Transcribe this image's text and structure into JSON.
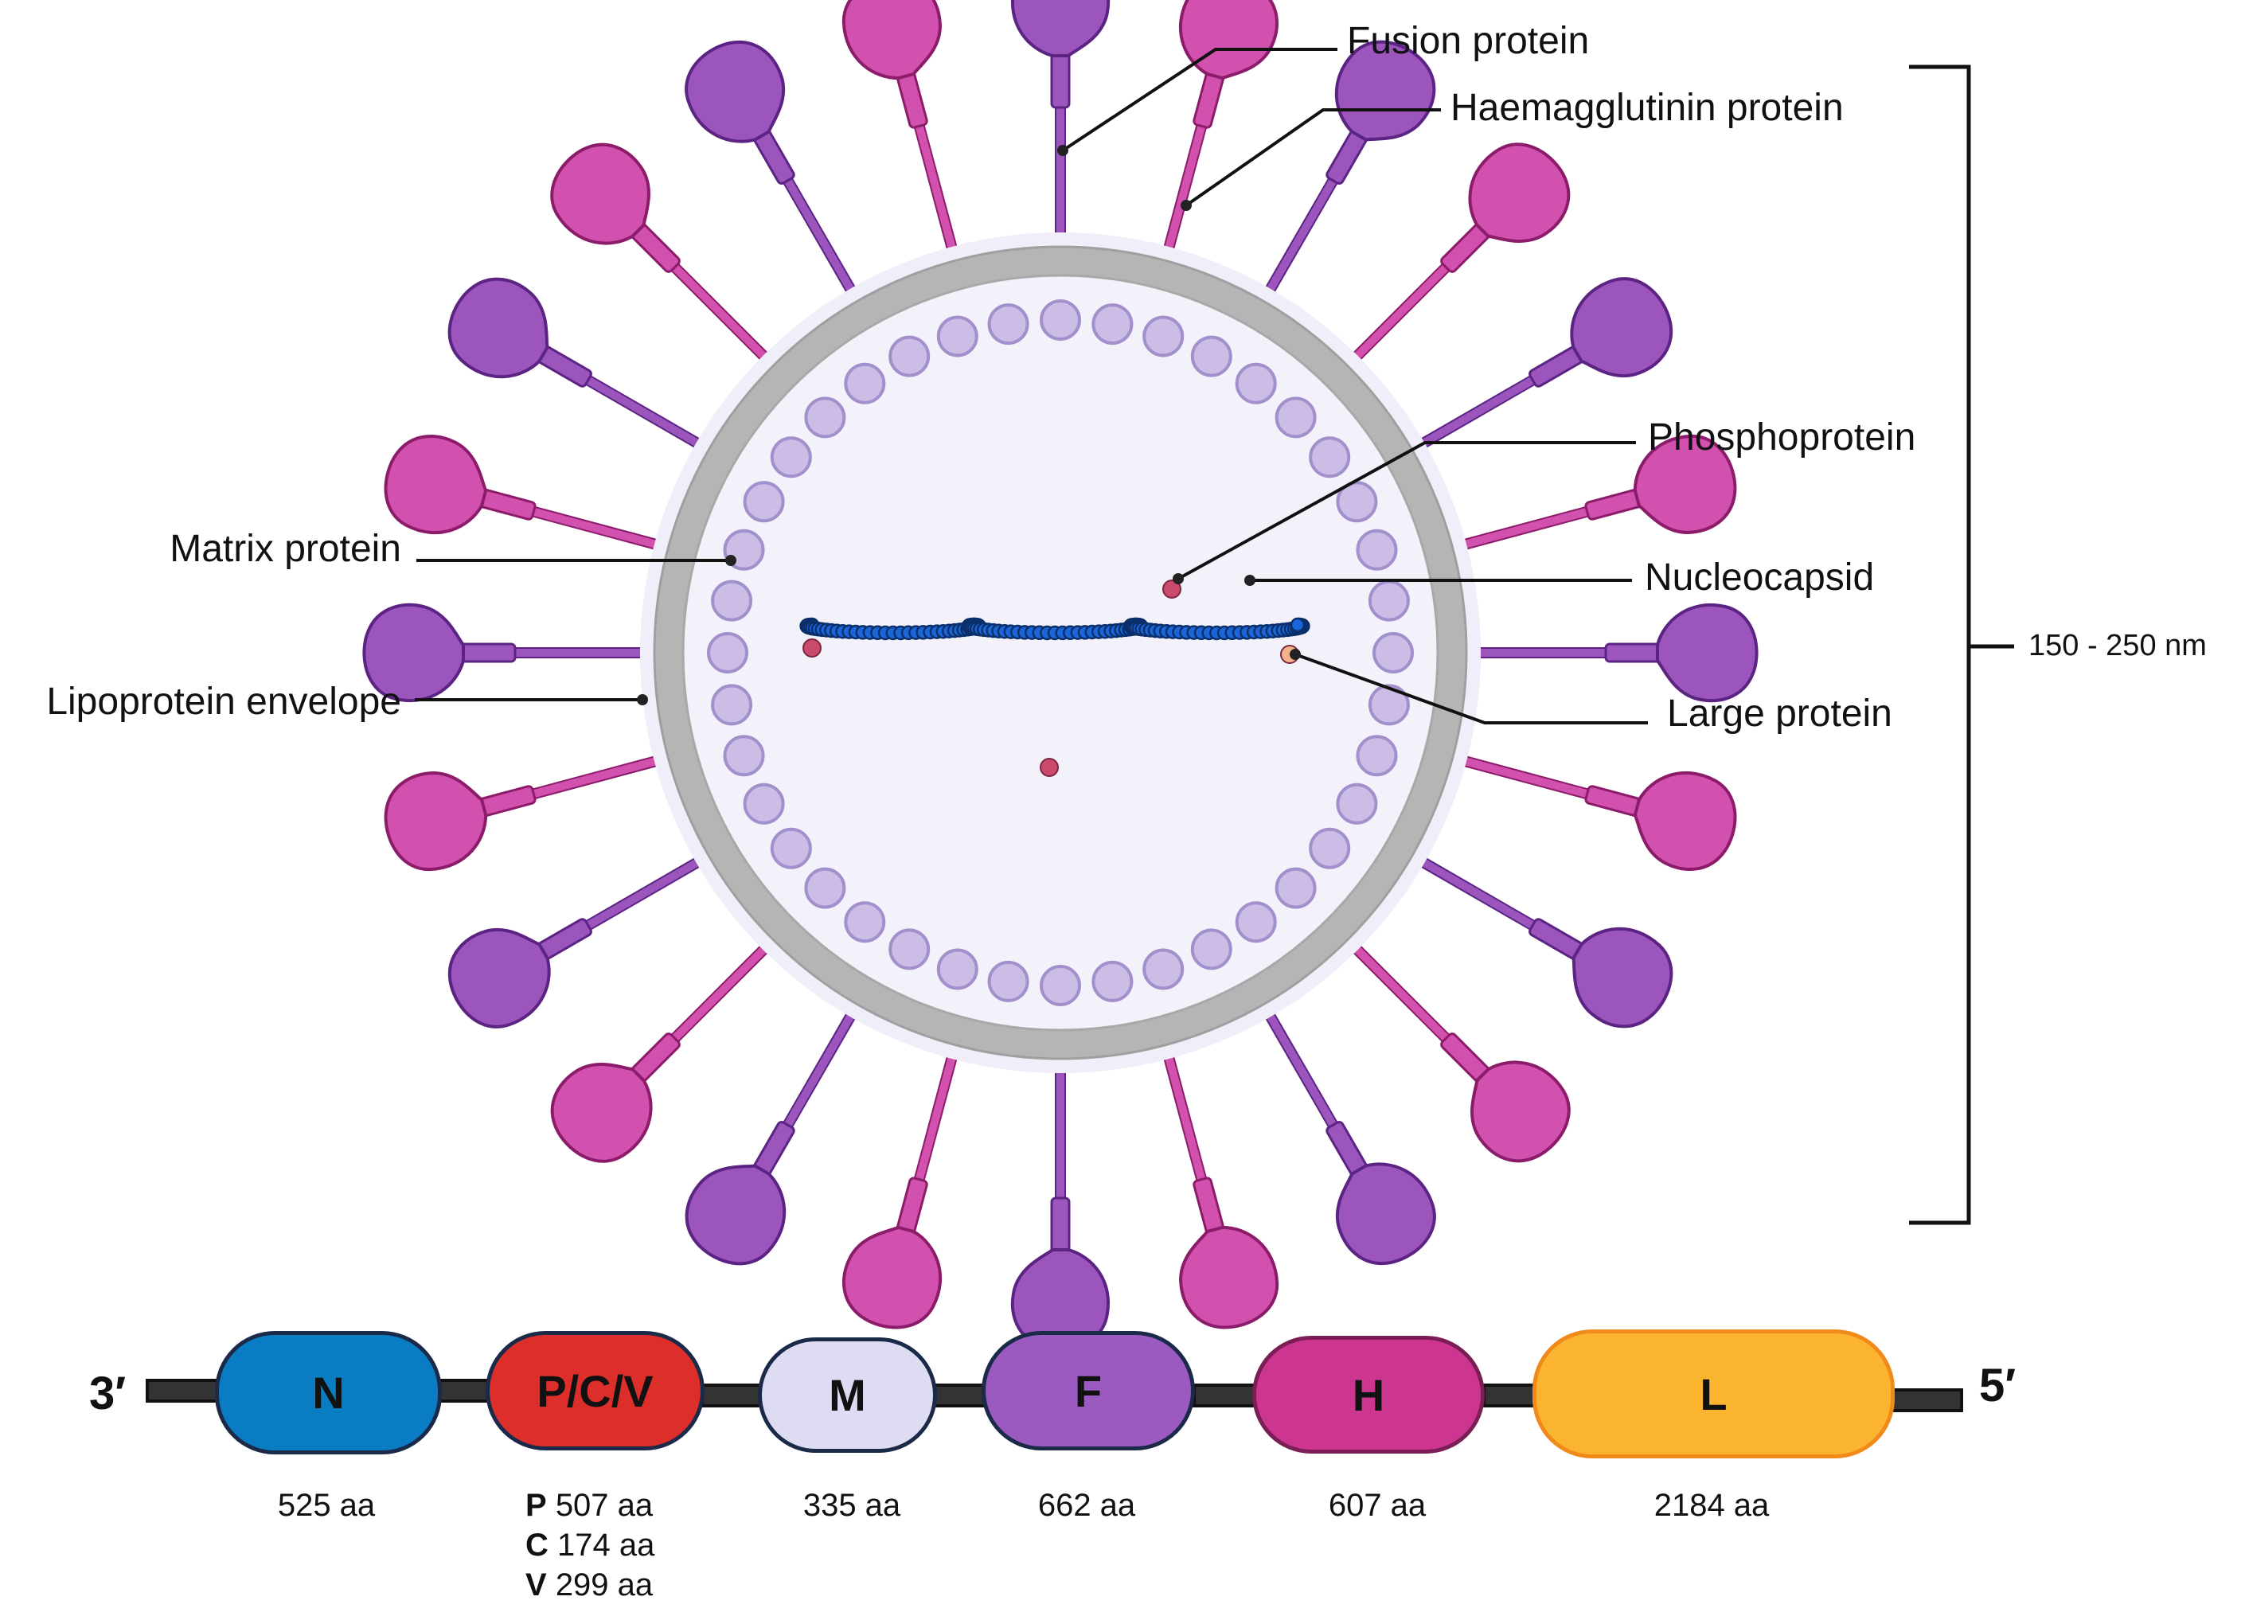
{
  "labels": {
    "fusion": "Fusion protein",
    "haemagglutinin": "Haemagglutinin protein",
    "phosphoprotein": "Phosphoprotein",
    "nucleocapsid": "Nucleocapsid",
    "large": "Large protein",
    "matrix": "Matrix protein",
    "envelope": "Lipoprotein envelope",
    "size": "150 - 250 nm"
  },
  "genome": {
    "end3": "3′",
    "end5": "5′",
    "genes": [
      {
        "name": "N",
        "color": "#0a7cc4"
      },
      {
        "name": "P/C/V",
        "color": "#dc2f2c"
      },
      {
        "name": "M",
        "color": "#dedcf2"
      },
      {
        "name": "F",
        "color": "#9a5ac0"
      },
      {
        "name": "H",
        "color": "#cc3590"
      },
      {
        "name": "L",
        "color": "#fbb430"
      }
    ],
    "sizes": {
      "N": "525 aa",
      "P_letter": "P",
      "P": "507 aa",
      "C_letter": "C",
      "C": "174 aa",
      "V_letter": "V",
      "V": "299 aa",
      "M": "335 aa",
      "F": "662 aa",
      "H": "607 aa",
      "L": "2184 aa"
    }
  },
  "colors": {
    "spike_purple": "#9b55bd",
    "spike_magenta": "#d250ae",
    "envelope": "#b5b5b5",
    "interior": "#f2f0f8",
    "matrix_bead": "#cbbde6",
    "nucleocapsid_bead": "#1a66d9"
  }
}
